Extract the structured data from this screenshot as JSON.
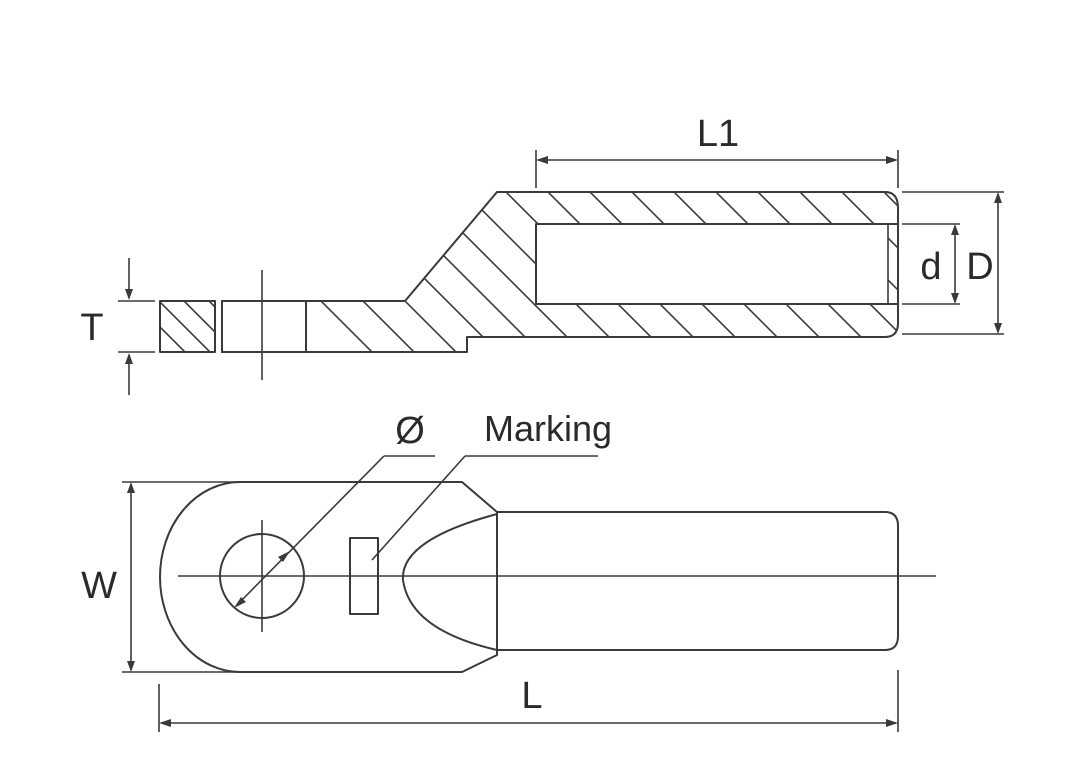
{
  "labels": {
    "L1": "L1",
    "T": "T",
    "d": "d",
    "D": "D",
    "diameter": "Ø",
    "marking": "Marking",
    "W": "W",
    "L": "L"
  }
}
